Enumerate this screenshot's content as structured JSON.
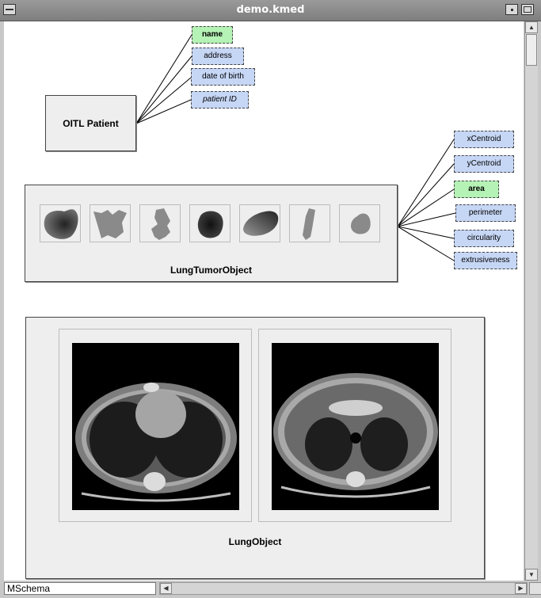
{
  "window": {
    "title": "demo.kmed"
  },
  "status_bar": {
    "label": "MSchema"
  },
  "patient": {
    "label": "OITL Patient",
    "attributes": [
      {
        "label": "name",
        "style": "green"
      },
      {
        "label": "address",
        "style": "plain"
      },
      {
        "label": "date of birth",
        "style": "plain"
      },
      {
        "label": "patient ID",
        "style": "italic"
      }
    ]
  },
  "tumor": {
    "label": "LungTumorObject",
    "thumbnail_count": 7,
    "attributes": [
      {
        "label": "xCentroid",
        "style": "plain"
      },
      {
        "label": "yCentroid",
        "style": "plain"
      },
      {
        "label": "area",
        "style": "green"
      },
      {
        "label": "perimeter",
        "style": "plain"
      },
      {
        "label": "circularity",
        "style": "plain"
      },
      {
        "label": "extrusiveness",
        "style": "plain"
      }
    ]
  },
  "lung": {
    "label": "LungObject",
    "image_count": 2
  },
  "colors": {
    "attribute_blue": "#c6d6f5",
    "attribute_green": "#b5f2b5",
    "panel_gray": "#eeeeee"
  }
}
